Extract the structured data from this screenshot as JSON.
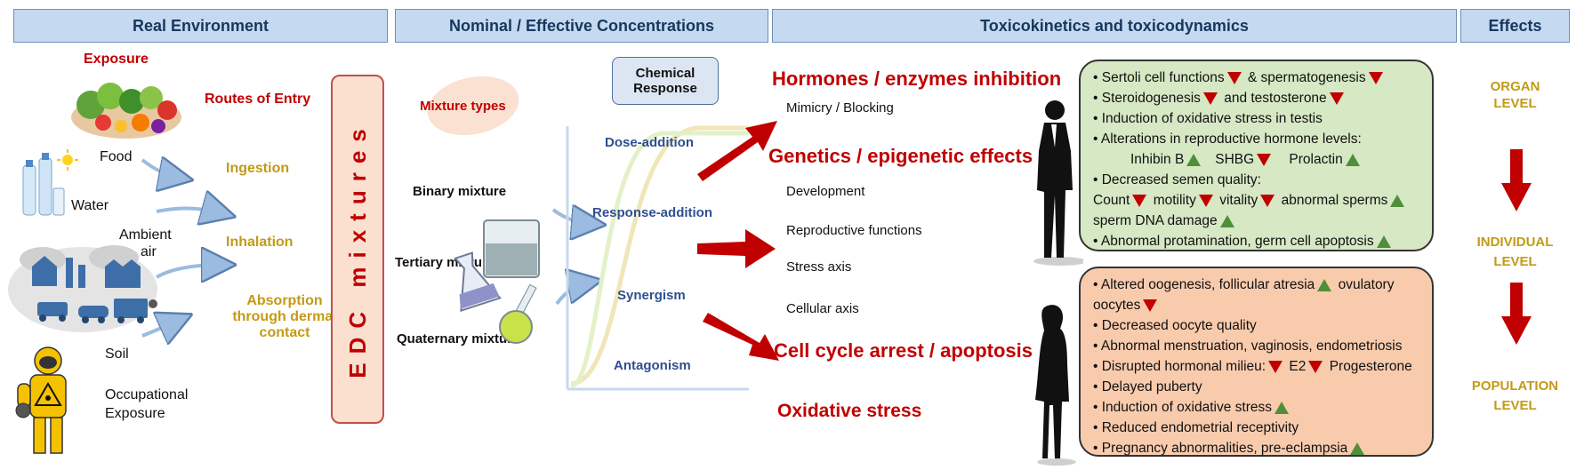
{
  "headers": {
    "real": "Real Environment",
    "nominal": "Nominal / Effective Concentrations",
    "tox": "Toxicokinetics and toxicodynamics",
    "effects": "Effects"
  },
  "environment": {
    "exposure": "Exposure",
    "routes": "Routes of Entry",
    "food": "Food",
    "water": "Water",
    "ambient_air_1": "Ambient",
    "ambient_air_2": "air",
    "soil": "Soil",
    "occupational_1": "Occupational",
    "occupational_2": "Exposure",
    "ingestion": "Ingestion",
    "inhalation": "Inhalation",
    "absorption_1": "Absorption",
    "absorption_2": "through dermal",
    "absorption_3": "contact"
  },
  "edc": "EDC mixtures",
  "mixtures": {
    "types": "Mixture types",
    "binary": "Binary mixture",
    "tertiary": "Tertiary mixture",
    "quaternary": "Quaternary mixture",
    "chem_1": "Chemical",
    "chem_2": "Response",
    "dose_addition": "Dose-addition",
    "response_addition": "Response-addition",
    "synergism": "Synergism",
    "antagonism": "Antagonism"
  },
  "tox": {
    "hormones": "Hormones / enzymes inhibition",
    "mimicry": "Mimicry / Blocking",
    "genetics": "Genetics / epigenetic effects",
    "development": "Development",
    "reproductive": "Reproductive functions",
    "stress": "Stress axis",
    "cellular": "Cellular axis",
    "cell_cycle": "Cell cycle arrest / apoptosis",
    "oxidative": "Oxidative stress"
  },
  "male": {
    "l1a": "• Sertoli cell functions",
    "l1b": "& spermatogenesis",
    "l2a": "• Steroidogenesis",
    "l2b": "and testosterone",
    "l3": "• Induction of oxidative stress in testis",
    "l4": "• Alterations in reproductive hormone levels:",
    "l5a": "Inhibin B",
    "l5b": "SHBG",
    "l5c": "Prolactin",
    "l6": "• Decreased semen quality:",
    "l7a": "Count",
    "l7b": "motility",
    "l7c": "vitality",
    "l7d": "abnormal sperms",
    "l8": "sperm DNA damage",
    "l9": "• Abnormal protamination, germ cell apoptosis"
  },
  "female": {
    "l1a": "• Altered oogenesis, follicular atresia",
    "l1b": "ovulatory",
    "l2": "oocytes",
    "l3": "• Decreased oocyte quality",
    "l4": "• Abnormal menstruation, vaginosis, endometriosis",
    "l5a": "• Disrupted hormonal milieu:",
    "l5b": "E2",
    "l5c": "Progesterone",
    "l6": "• Delayed puberty",
    "l7": "• Induction of oxidative stress",
    "l8": "• Reduced endometrial receptivity",
    "l9": "• Pregnancy abnormalities, pre-eclampsia"
  },
  "effects": {
    "organ_1": "ORGAN",
    "organ_2": "LEVEL",
    "individual_1": "INDIVIDUAL",
    "individual_2": "LEVEL",
    "population_1": "POPULATION",
    "population_2": "LEVEL"
  },
  "colors": {
    "header_fill": "#c5d9f1",
    "dark_red": "#c00000",
    "gold": "#c39a16",
    "navy": "#2f4f8f",
    "male_box": "#d6e8c4",
    "female_box": "#f8cbad",
    "up_arrow": "#4f8f3c"
  }
}
